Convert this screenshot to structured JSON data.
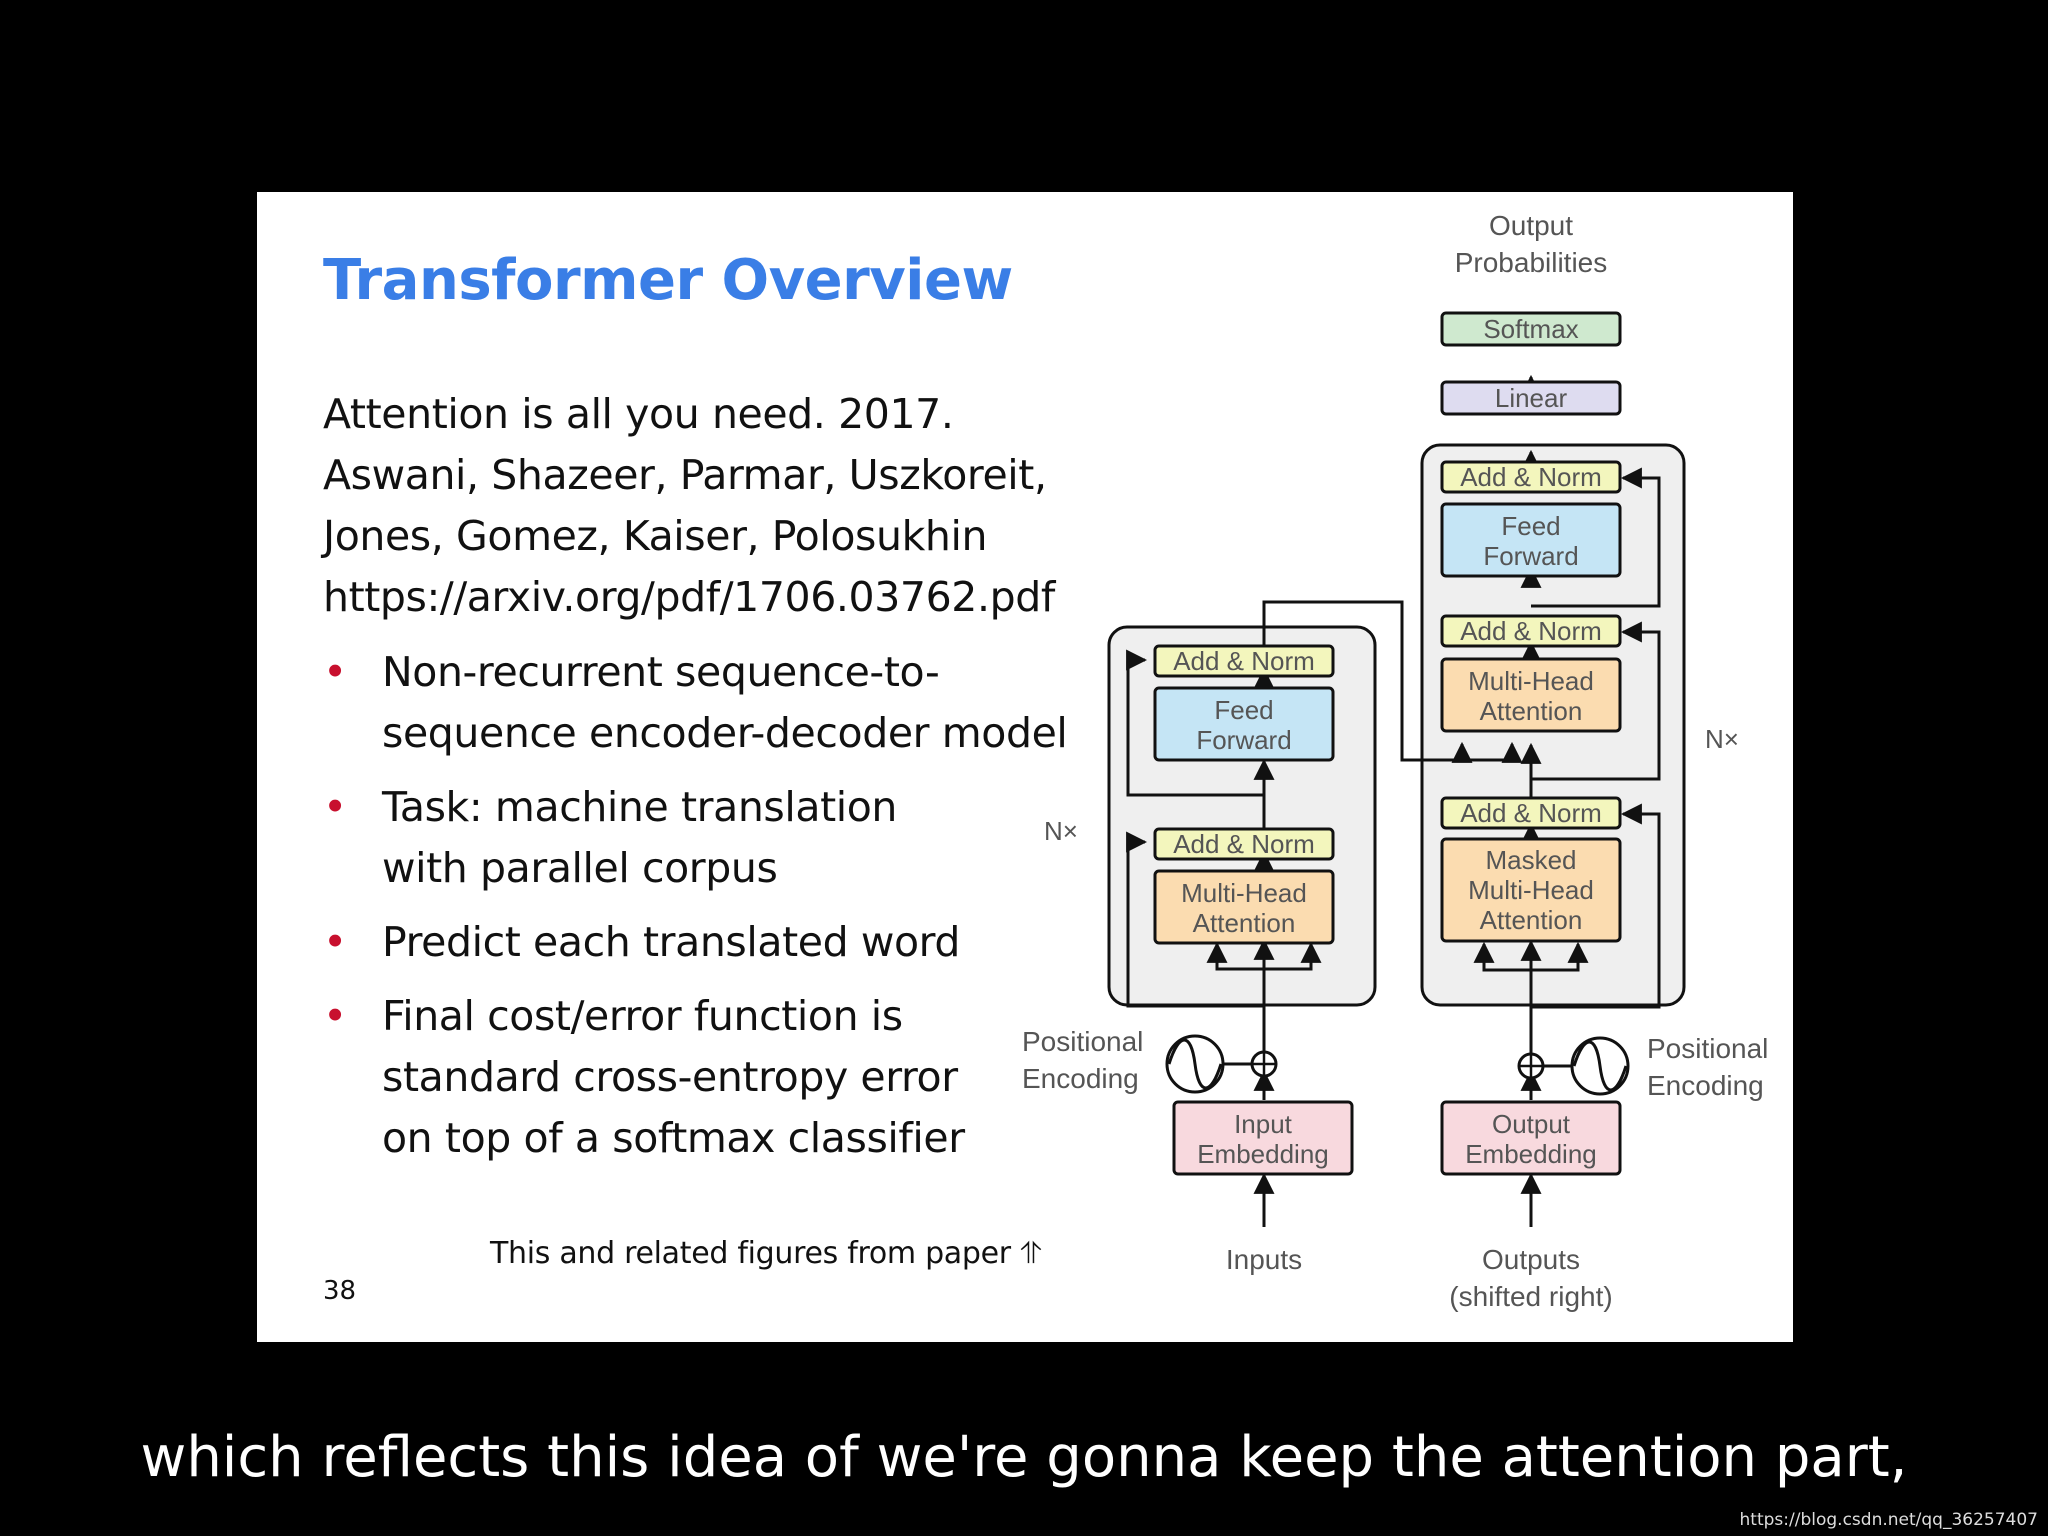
{
  "slide": {
    "title": "Transformer Overview",
    "citation_lines": [
      "Attention is all you need. 2017.",
      "Aswani, Shazeer, Parmar, Uszkoreit,",
      "Jones, Gomez, Kaiser, Polosukhin",
      "https://arxiv.org/pdf/1706.03762.pdf"
    ],
    "bullet_glyph": "•",
    "bullets": [
      {
        "lines": [
          "Non-recurrent sequence-to-",
          "sequence encoder-decoder model"
        ]
      },
      {
        "lines": [
          "Task: machine translation",
          "with parallel corpus"
        ]
      },
      {
        "lines": [
          "Predict each translated word"
        ]
      },
      {
        "lines": [
          "Final cost/error function is",
          "standard cross-entropy error",
          "on top of a softmax classifier"
        ]
      }
    ],
    "footnote": "This and related figures from paper ⥣",
    "page_number": "38"
  },
  "diagram": {
    "output_probabilities": [
      "Output",
      "Probabilities"
    ],
    "softmax": "Softmax",
    "linear": "Linear",
    "add_norm": "Add & Norm",
    "feed_forward": [
      "Feed",
      "Forward"
    ],
    "multi_head_attention": [
      "Multi-Head",
      "Attention"
    ],
    "masked_multi_head_attention": [
      "Masked",
      "Multi-Head",
      "Attention"
    ],
    "nx": "N×",
    "positional_encoding": [
      "Positional",
      "Encoding"
    ],
    "input_embedding": [
      "Input",
      "Embedding"
    ],
    "output_embedding": [
      "Output",
      "Embedding"
    ],
    "inputs": "Inputs",
    "outputs": [
      "Outputs",
      "(shifted right)"
    ],
    "colors": {
      "add_norm": "#f3f6bd",
      "feed_forward": "#c5e5f5",
      "attention": "#fbdcb0",
      "embedding": "#f8d9de",
      "softmax": "#cfe9cf",
      "linear": "#dedcf0",
      "stack_bg": "#efefef"
    }
  },
  "caption": "which reflects this idea of we're gonna keep the attention part,",
  "watermark": "https://blog.csdn.net/qq_36257407"
}
